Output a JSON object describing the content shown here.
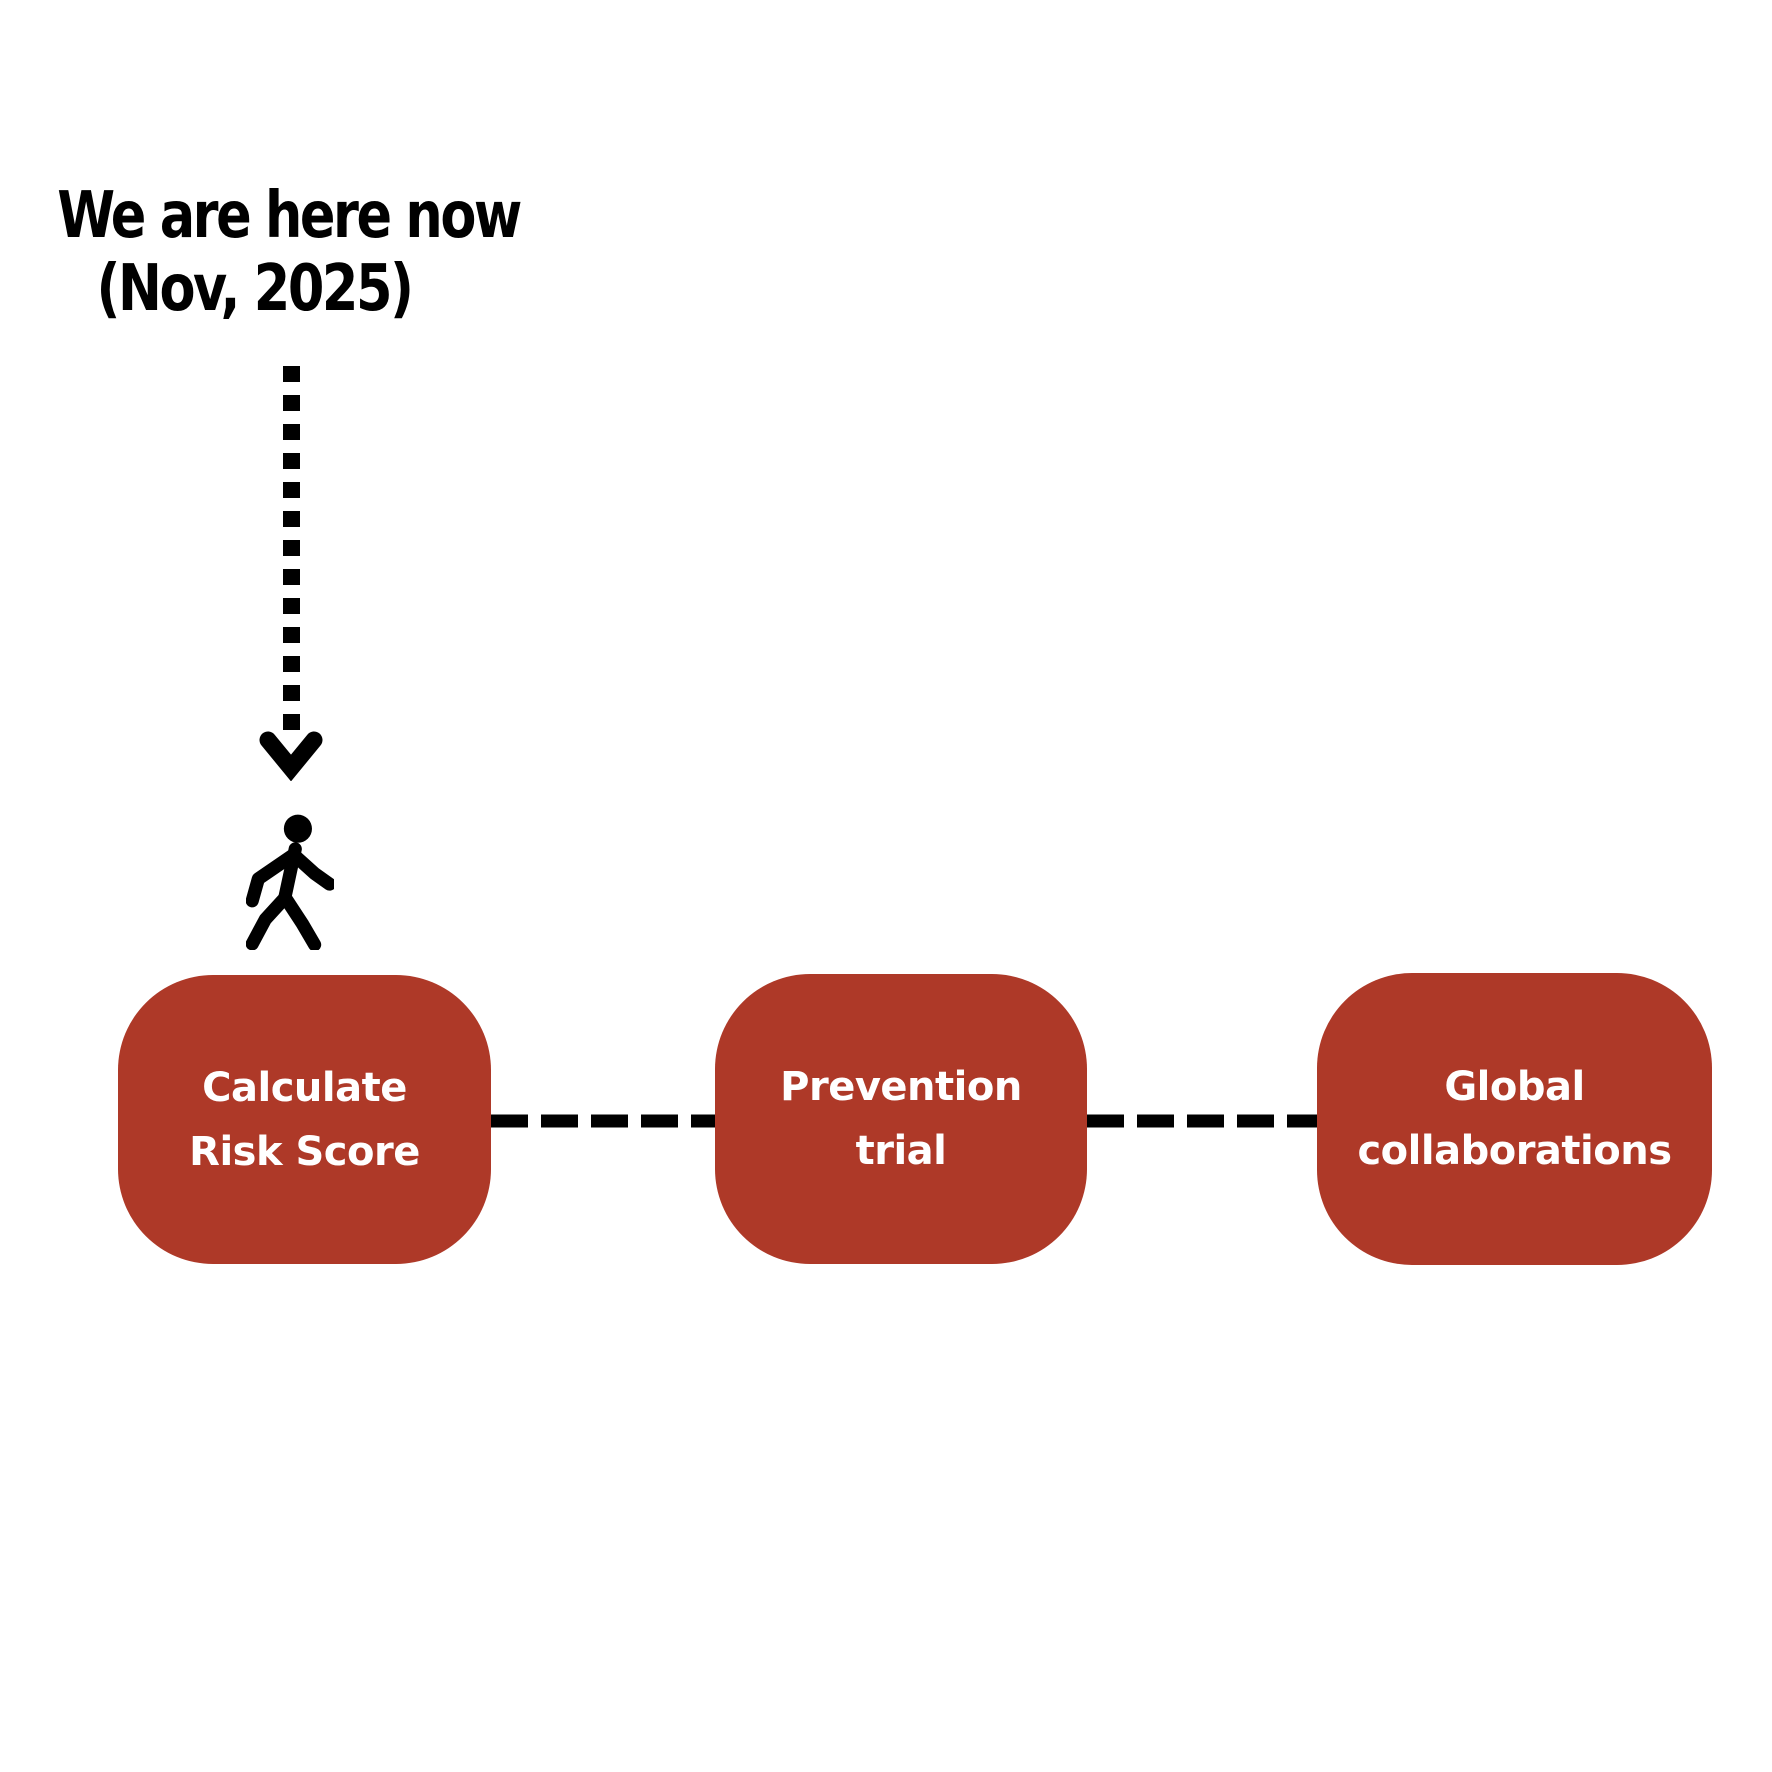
{
  "diagram": {
    "marker": {
      "line1": "We are here now",
      "line2": "(Nov, 2025)"
    },
    "nodes": [
      {
        "label": "Calculate\nRisk Score"
      },
      {
        "label": "Prevention\ntrial"
      },
      {
        "label": "Global\ncollaborations"
      }
    ],
    "icons": [
      "dashed-arrow-down-icon",
      "walking-person-icon"
    ],
    "colors": {
      "node_fill": "#AE3928",
      "node_text": "#FFFFFF",
      "marker_text": "#000000",
      "connector": "#000000",
      "background": "#FFFFFF"
    }
  }
}
